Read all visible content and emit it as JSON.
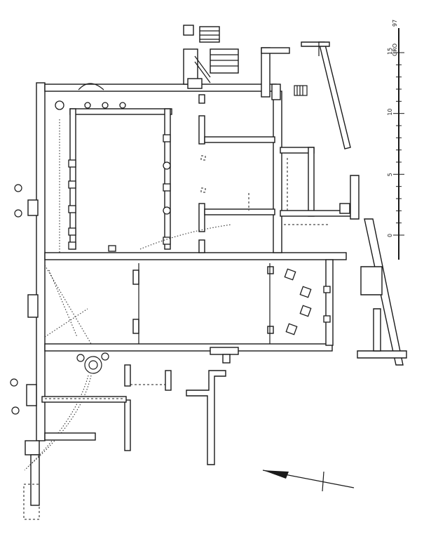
{
  "scale": {
    "ticks": [
      "0",
      "5",
      "10",
      "15"
    ],
    "label": "GRO",
    "code": "97"
  },
  "north_arrow": {
    "icon": "north-arrow-icon"
  }
}
